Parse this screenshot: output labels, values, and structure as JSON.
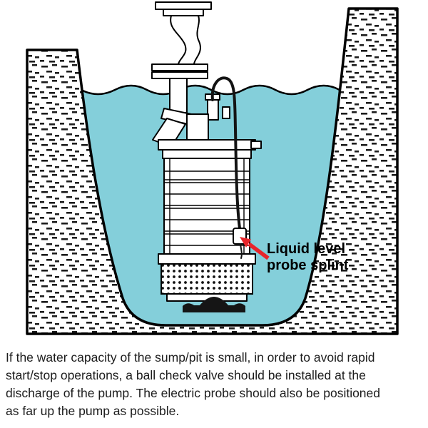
{
  "colors": {
    "water": "#84CFDA",
    "arrow": "#E8252B",
    "ink": "#000000",
    "text": "#1C1C1C"
  },
  "diagram": {
    "label": "Liquid level probe splint"
  },
  "caption": {
    "lines": [
      "If the water capacity of the sump/pit is small, in order to avoid rapid",
      "start/stop operations, a ball check valve should be installed at the",
      "discharge of the pump. The electric probe should also be positioned",
      "as far up the pump as possible."
    ]
  }
}
